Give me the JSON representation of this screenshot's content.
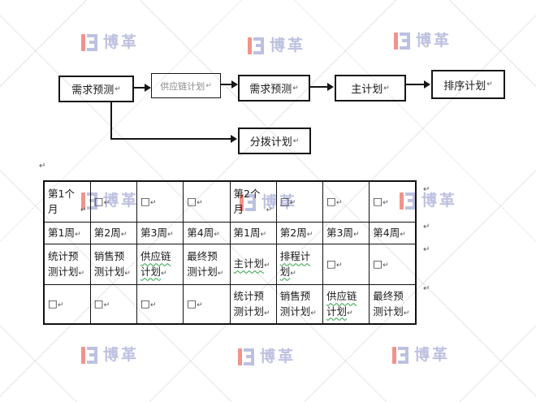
{
  "document": {
    "return_mark": "↵",
    "checkbox_glyph": "□"
  },
  "watermark": {
    "brand_text": "博革",
    "red": "#f0938d",
    "periwinkle": "#bdc1e0"
  },
  "flowchart": {
    "demand_forecast_1": {
      "label": "需求预测"
    },
    "supply_chain_plan": {
      "label": "供应链计划"
    },
    "demand_forecast_2": {
      "label": "需求预测"
    },
    "master_plan": {
      "label": "主计划"
    },
    "sequence_plan": {
      "label": "排序计划"
    },
    "distribution_plan": {
      "label": "分拨计划"
    }
  },
  "table": {
    "rows": [
      [
        {
          "text": "第1个月",
          "month": true
        },
        {
          "checkbox": true
        },
        {
          "checkbox": true
        },
        {
          "checkbox": true
        },
        {
          "text": "第2个月",
          "month": true
        },
        {
          "checkbox": true
        },
        {
          "checkbox": true
        },
        {
          "checkbox": true
        }
      ],
      [
        {
          "text": "第1周"
        },
        {
          "text": "第2周"
        },
        {
          "text": "第3周"
        },
        {
          "text": "第4周"
        },
        {
          "text": "第1周"
        },
        {
          "text": "第2周"
        },
        {
          "text": "第3周"
        },
        {
          "text": "第4周"
        }
      ],
      [
        {
          "text": "统计预测计划"
        },
        {
          "text": "销售预测计划"
        },
        {
          "text": "供应链计划",
          "wavy": true
        },
        {
          "text": "最终预测计划"
        },
        {
          "text": "主计划",
          "wavy": true
        },
        {
          "text": "排程计划",
          "wavy": true
        },
        {
          "checkbox": true
        },
        {
          "checkbox": true
        }
      ],
      [
        {
          "checkbox": true
        },
        {
          "checkbox": true
        },
        {
          "checkbox": true
        },
        {
          "checkbox": true
        },
        {
          "text": "统计预测计划"
        },
        {
          "text": "销售预测计划"
        },
        {
          "text": "供应链计划",
          "wavy": true
        },
        {
          "text": "最终预测计划"
        }
      ]
    ]
  }
}
